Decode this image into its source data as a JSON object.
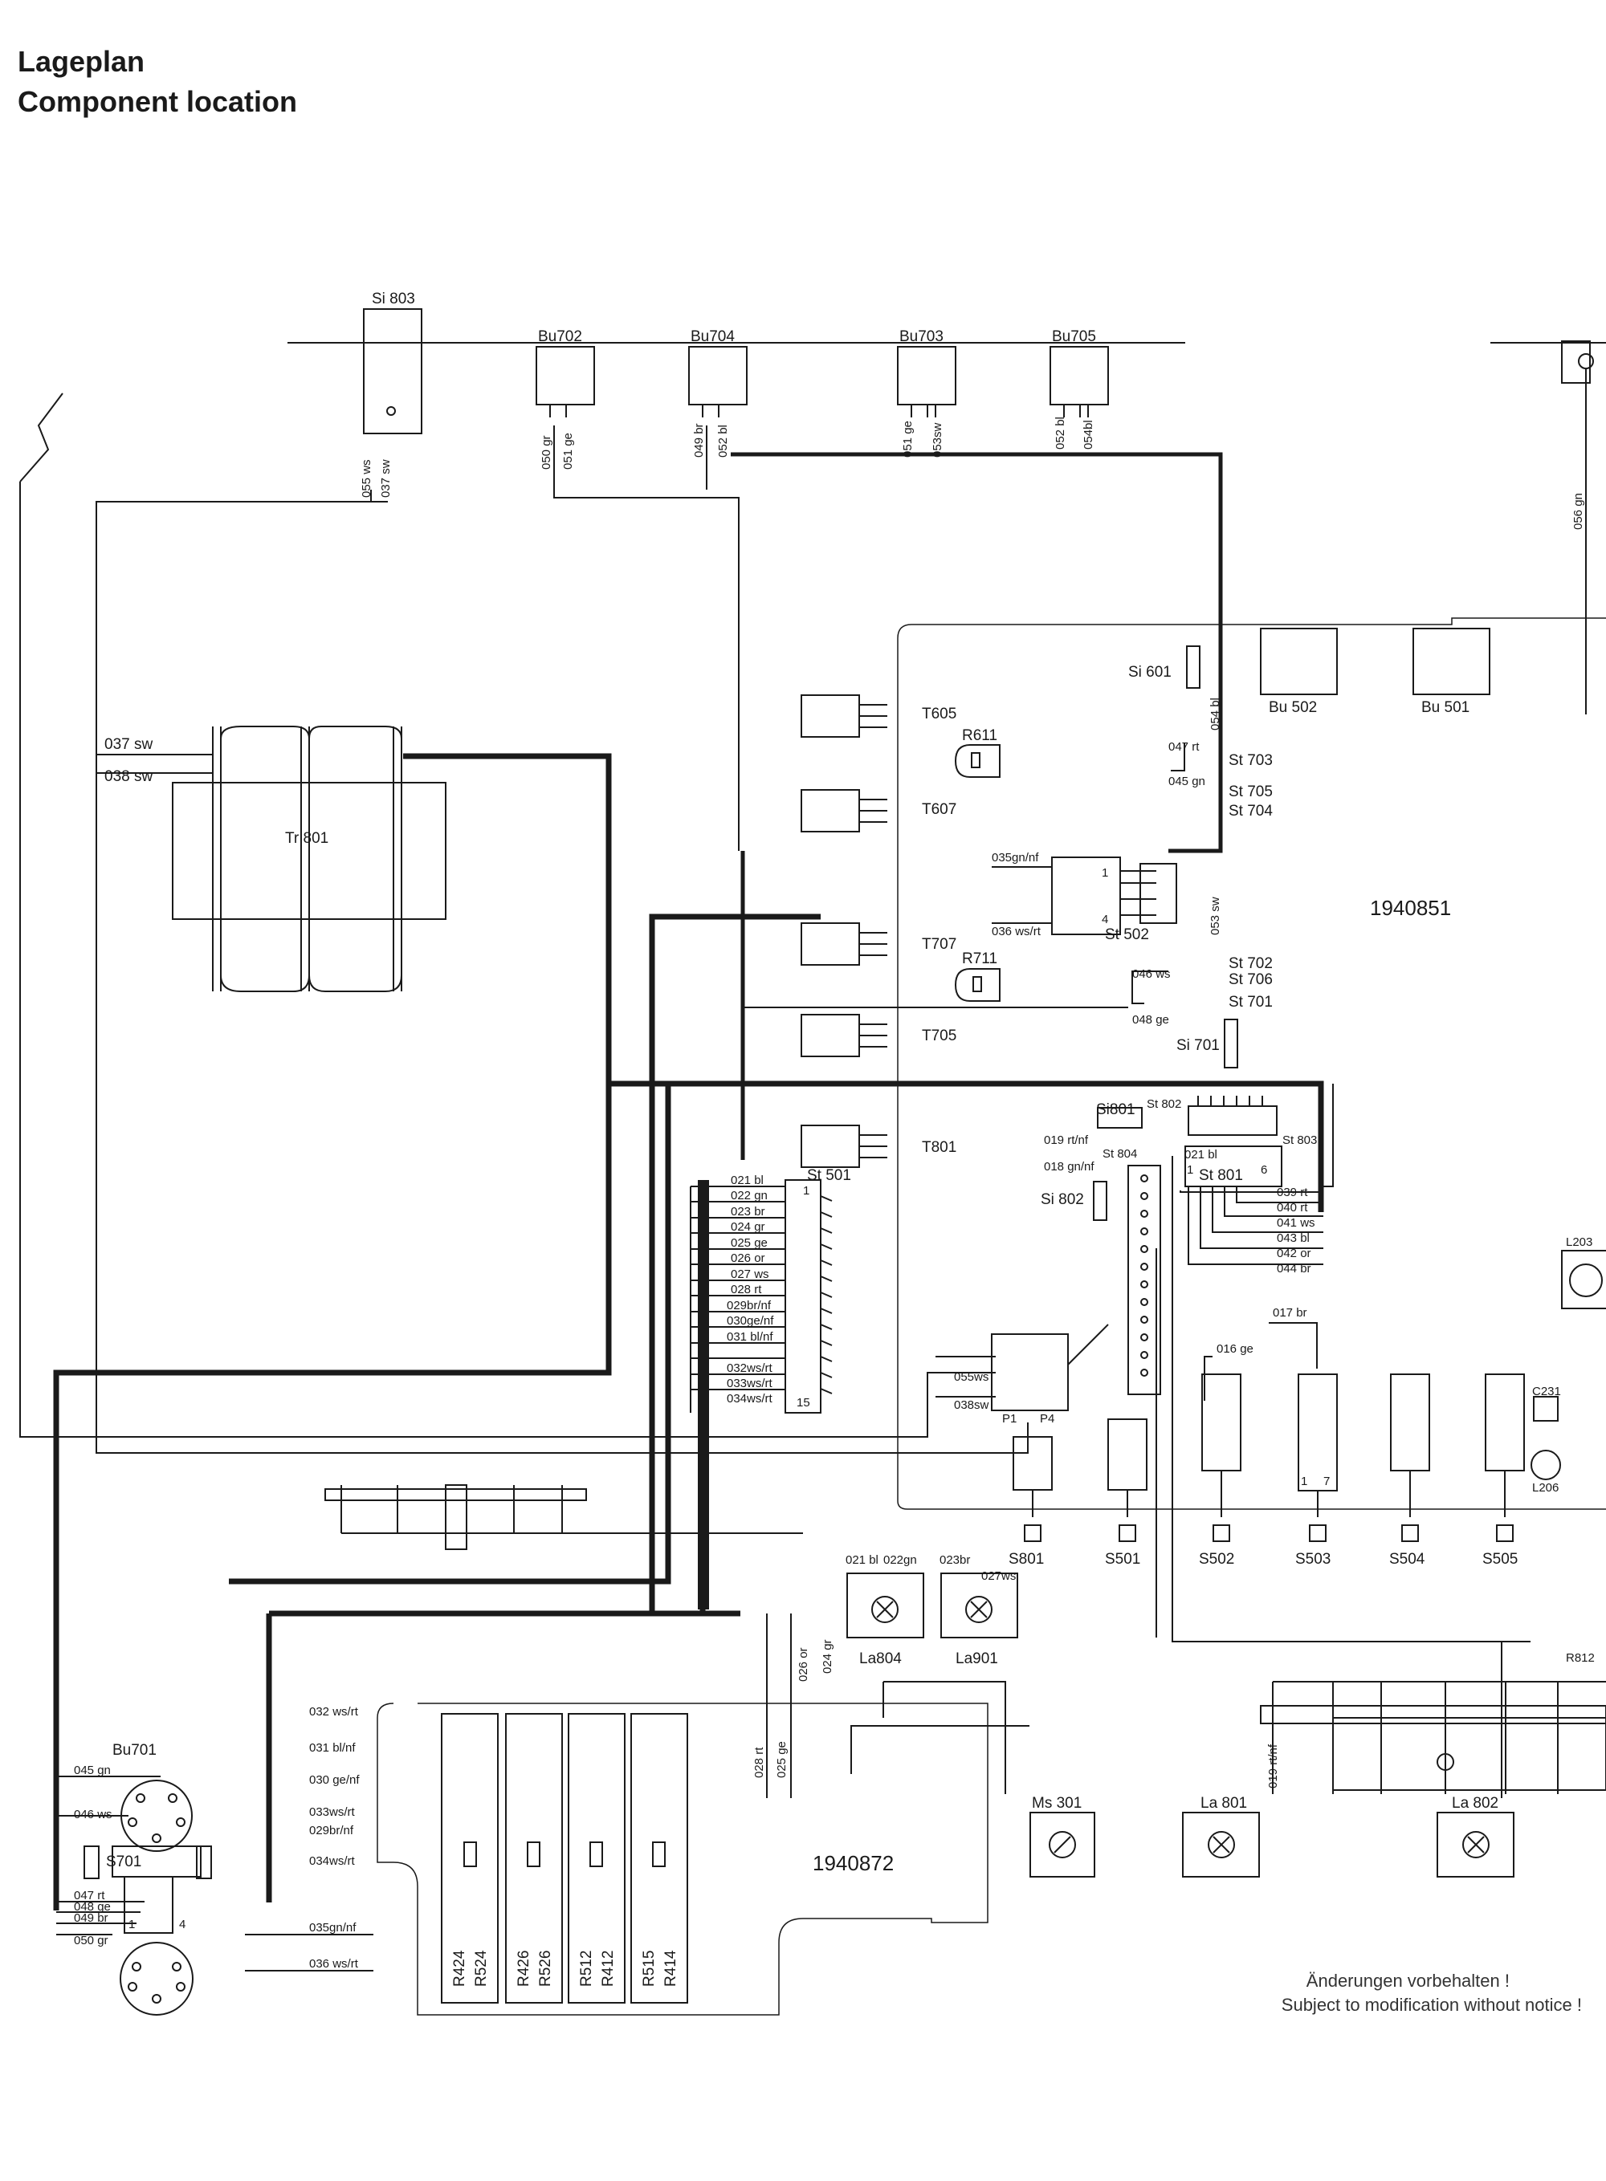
{
  "title": {
    "de": "Lageplan",
    "en": "Component location"
  },
  "boards": {
    "main": "1940851",
    "lower": "1940872"
  },
  "transformer": "Tr 801",
  "fuses": {
    "si803": "Si 803",
    "si601": "Si 601",
    "si701": "Si 701",
    "si801": "Si801",
    "si802": "Si 802"
  },
  "top_sockets": [
    "Bu702",
    "Bu704",
    "Bu703",
    "Bu705"
  ],
  "top_wires": {
    "si803": [
      "055 ws",
      "037 sw"
    ],
    "bu702": [
      "050 gr",
      "051 ge"
    ],
    "bu704": [
      "049 br",
      "052 bl"
    ],
    "bu703": [
      "051 ge",
      "053sw"
    ],
    "bu705": [
      "052 bl",
      "054bl"
    ],
    "right": "056 gn"
  },
  "tr_wires": [
    "037 sw",
    "038 sw"
  ],
  "transistors": [
    "T605",
    "T607",
    "T707",
    "T705",
    "T801"
  ],
  "resistors_top": [
    "R611",
    "R711"
  ],
  "sockets_right": [
    "Bu 502",
    "Bu 501"
  ],
  "plugs_right": {
    "top": [
      "St 703",
      "St 705",
      "St 704"
    ],
    "mid": [
      "St 702",
      "St 706",
      "St 701"
    ],
    "wires_top": [
      "047 rt",
      "045 gn",
      "054 bl"
    ],
    "wires_mid": [
      "046 ws",
      "048 ge",
      "053 sw"
    ]
  },
  "st502": {
    "name": "St 502",
    "wires": [
      "035gn/nf",
      "036 ws/rt"
    ],
    "pins": [
      "1",
      "4"
    ]
  },
  "st501": {
    "name": "St 501",
    "pins": [
      "1",
      "15"
    ],
    "wires": [
      "021 bl",
      "022 gn",
      "023 br",
      "024 gr",
      "025 ge",
      "026 or",
      "027 ws",
      "028 rt",
      "029br/nf",
      "030ge/nf",
      "031 bl/nf",
      "032ws/rt",
      "033ws/rt",
      "034ws/rt"
    ]
  },
  "st800": {
    "st802": "St 802",
    "st803": "St 803",
    "st804": "St 804",
    "st801": "St 801",
    "wires_left": [
      "019 rt/nf",
      "018 gn/nf"
    ],
    "wire_in": "021 bl",
    "pins": [
      "1",
      "6"
    ],
    "wires_right": [
      "039 rt",
      "040 rt",
      "041 ws",
      "043 bl",
      "042 or",
      "044 br"
    ]
  },
  "switch_area": {
    "wires": [
      "055ws",
      "038sw"
    ],
    "pots": [
      "P1",
      "P4"
    ]
  },
  "wires_switches": [
    "017 br",
    "016 ge"
  ],
  "switches": [
    "S801",
    "S501",
    "S502",
    "S503",
    "S504",
    "S505"
  ],
  "switch_pins": [
    "1",
    "7"
  ],
  "right_edge": [
    "C231",
    "L206",
    "L203",
    "R812"
  ],
  "lamps": [
    "La804",
    "La901",
    "La 801",
    "La 802"
  ],
  "lamp_wires": [
    "021 bl",
    "022gn",
    "023br",
    "027ws",
    "019 rt/nf"
  ],
  "meter": "Ms 301",
  "lower_wires_a": [
    "026 or",
    "024 gr"
  ],
  "lower_wires_b": [
    "028 rt",
    "025 ge"
  ],
  "lower_left_wires": [
    "032 ws/rt",
    "031 bl/nf",
    "030 ge/nf",
    "033ws/rt",
    "029br/nf",
    "034ws/rt"
  ],
  "lower_bottom_wires": [
    "035gn/nf",
    "036 ws/rt"
  ],
  "resistor_pairs": [
    [
      "R424",
      "R524"
    ],
    [
      "R426",
      "R526"
    ],
    [
      "R512",
      "R412"
    ],
    [
      "R515",
      "R414"
    ]
  ],
  "bu701": {
    "name": "Bu701",
    "s701": "S701",
    "wires": [
      "045 gn",
      "046 ws",
      "047 rt",
      "048 ge",
      "049 br",
      "050 gr"
    ],
    "pins": [
      "1",
      "4"
    ]
  },
  "notice": {
    "de": "Änderungen vorbehalten !",
    "en": "Subject to modification without notice !"
  }
}
